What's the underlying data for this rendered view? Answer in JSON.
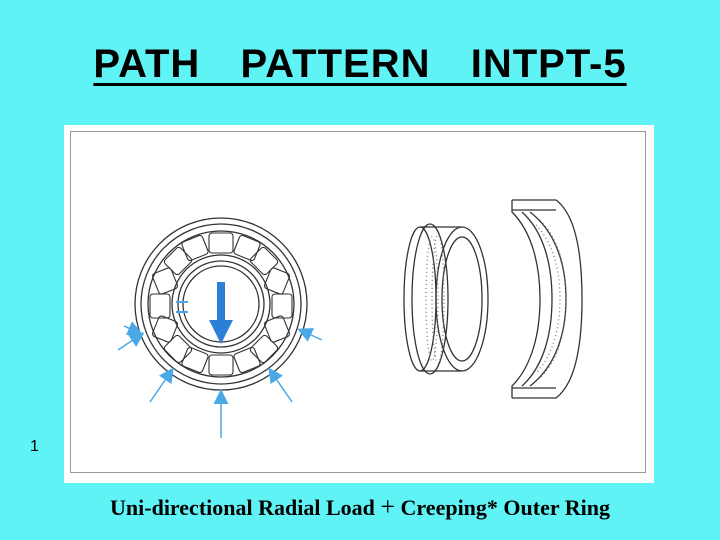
{
  "slide": {
    "title": "PATH  PATTERN  INTPT-5",
    "figure_number": "1",
    "caption_part1": "Uni-directional Radial Load ",
    "caption_operator": "+",
    "caption_part2": " Creeping* Outer Ring"
  },
  "colors": {
    "background": "#5ff3f5",
    "load_arrow": "#2b7fd6",
    "reaction_arrow": "#4aa8e6",
    "line": "#333333"
  },
  "icons": {
    "bearing": "bearing-front-view-icon",
    "inner_ring": "inner-ring-icon",
    "outer_ring": "outer-ring-icon"
  }
}
